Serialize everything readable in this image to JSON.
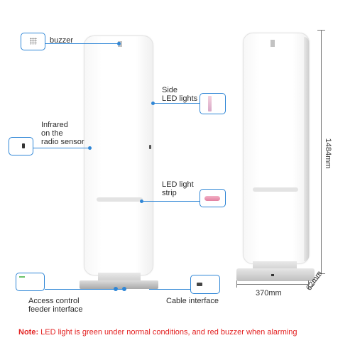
{
  "labels": {
    "buzzer": "buzzer",
    "side_led": "Side\nLED lights",
    "infrared": "Infrared\non the\nradio sensor",
    "led_strip": "LED light\nstrip",
    "access_control": "Access control\nfeeder interface",
    "cable_interface": "Cable interface"
  },
  "dimensions": {
    "height": "1484mm",
    "width": "370mm",
    "depth": "62mm"
  },
  "note": {
    "prefix": "Note:",
    "text": " LED light is green under normal conditions, and red buzzer when alarming"
  },
  "colors": {
    "accent": "#2f86d6",
    "note": "#e32222",
    "led_pink": "#e88aa5"
  }
}
